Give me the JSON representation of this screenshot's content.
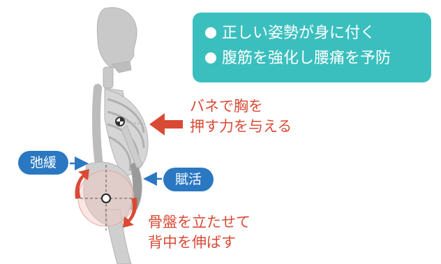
{
  "benefits": {
    "item1": "正しい姿勢が身に付く",
    "item2": "腹筋を強化し腰痛を予防"
  },
  "labels": {
    "chest_line1": "バネで胸を",
    "chest_line2": "押す力を与える",
    "relaxed": "弛緩",
    "activated": "賦活",
    "pelvis_line1": "骨盤を立たせて",
    "pelvis_line2": "背中を伸ばす"
  },
  "colors": {
    "teal_box": "#3bbfbe",
    "red_accent": "#d94a35",
    "blue_label": "#2b78c2",
    "skeleton": "#c9c9c9"
  },
  "icons": [
    "skeleton-figure",
    "push-arrow-icon",
    "rotation-arrow-icon",
    "pointer-arrow-icon"
  ]
}
